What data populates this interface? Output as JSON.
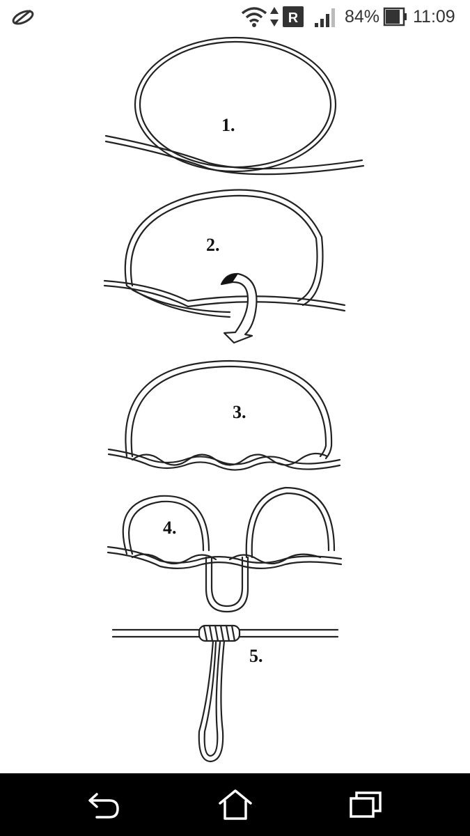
{
  "status_bar": {
    "battery_percent": "84%",
    "time": "11:09",
    "roaming_indicator": "R",
    "icons": [
      "app-notification-icon",
      "wifi-icon",
      "data-arrows-icon",
      "roaming-icon",
      "signal-icon",
      "battery-icon"
    ]
  },
  "diagram": {
    "steps": [
      {
        "label": "1."
      },
      {
        "label": "2."
      },
      {
        "label": "3."
      },
      {
        "label": "4."
      },
      {
        "label": "5."
      }
    ]
  },
  "nav_bar": {
    "icons": [
      "back-icon",
      "home-icon",
      "recent-apps-icon"
    ]
  },
  "colors": {
    "status_text": "#333333",
    "nav_background": "#000000",
    "line": "#222222"
  }
}
